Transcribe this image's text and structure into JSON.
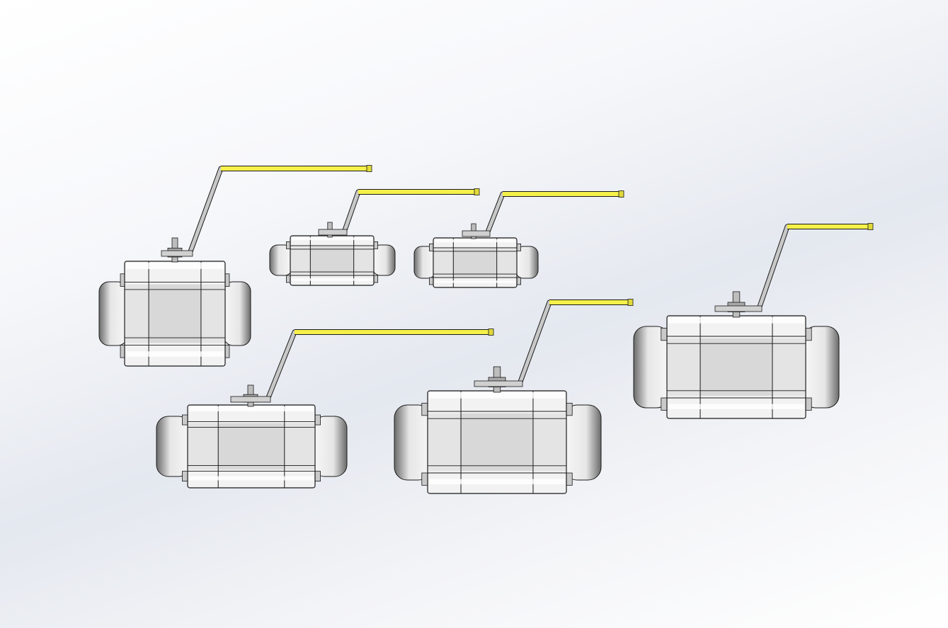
{
  "scene": {
    "description_label": "",
    "colors": {
      "background_top": "#ffffff",
      "background_mid": "#e4e8ef",
      "valve_body_light": "#f2f2f2",
      "valve_body_mid": "#d8d8d8",
      "valve_body_dark": "#6e6e6e",
      "handle_steel": "#c8c8c8",
      "handle_grip": "#f5f04a",
      "outline": "#1a1a1a",
      "ground_line": "#b0b0b0"
    },
    "valves": [
      {
        "name": "valve-large-left"
      },
      {
        "name": "valve-small-center-left"
      },
      {
        "name": "valve-small-center-right"
      },
      {
        "name": "valve-large-right"
      },
      {
        "name": "valve-bottom-left"
      },
      {
        "name": "valve-bottom-center"
      }
    ]
  }
}
